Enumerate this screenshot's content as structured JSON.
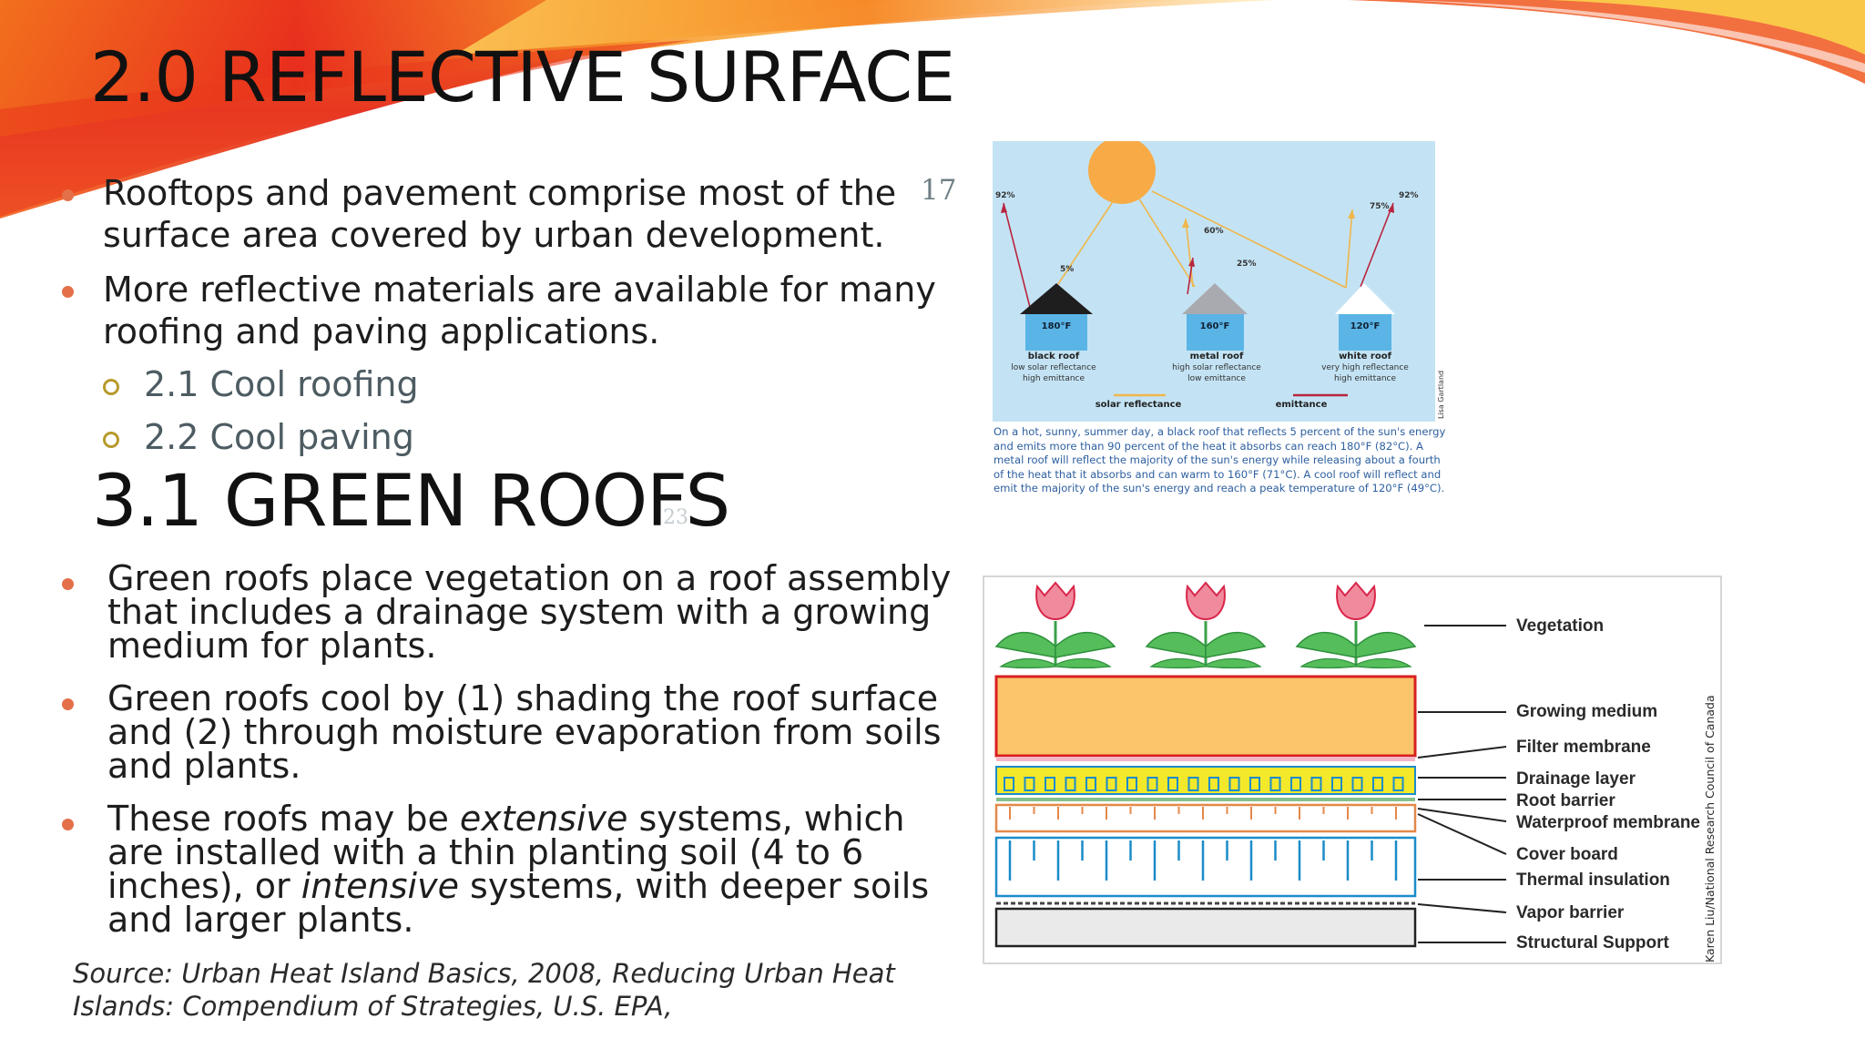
{
  "slide1": {
    "title": "2.0 REFLECTIVE SURFACE",
    "page_number": "17",
    "bullets": [
      "Rooftops and pavement comprise most of the surface  area covered by urban development.",
      "More reflective materials are available for many  roofing and paving applications."
    ],
    "sub_bullets": [
      "2.1 Cool roofing",
      "2.2 Cool paving"
    ]
  },
  "slide2": {
    "title": "3.1 GREEN ROOFS",
    "page_number": "23",
    "bullets": [
      {
        "pre": "Green roofs place vegetation on  a roof assembly that includes a  drainage system with a growing medium for plants.",
        "em1": "",
        "mid": "",
        "em2": "",
        "post": ""
      },
      {
        "pre": "Green roofs cool by (1) shading  the roof surface and (2) through  moisture evaporation from soils and plants.",
        "em1": "",
        "mid": "",
        "em2": "",
        "post": ""
      },
      {
        "pre": "These roofs may be ",
        "em1": "extensive",
        "mid": "  systems, which are installed  with a thin planting soil (4 to 6  inches), or ",
        "em2": "intensive",
        "post": " systems,  with deeper soils and larger plants."
      }
    ],
    "source": "Source: Urban Heat Island Basics, 2008, Reducing Urban Heat Islands: Compendium of Strategies, U.S. EPA,"
  },
  "roof_figure": {
    "roofs": [
      {
        "temp": "180°F",
        "name": "black roof",
        "line1": "low solar reflectance",
        "line2": "high emittance",
        "roof_color": "#1e1e1e"
      },
      {
        "temp": "160°F",
        "name": "metal roof",
        "line1": "high solar reflectance",
        "line2": "low emittance",
        "roof_color": "#a9aab0"
      },
      {
        "temp": "120°F",
        "name": "white roof",
        "line1": "very high reflectance",
        "line2": "high emittance",
        "roof_color": "#ffffff"
      }
    ],
    "percents": {
      "p92_left": "92%",
      "p5": "5%",
      "p60": "60%",
      "p25": "25%",
      "p75": "75%",
      "p92_right": "92%"
    },
    "legend": {
      "solar": "solar reflectance",
      "emittance": "emittance"
    },
    "credit": "Lisa Gartland",
    "caption": "On a hot, sunny, summer day, a black roof that reflects 5 percent of the sun's energy and emits more than 90 percent of the heat it absorbs can reach 180°F (82°C). A metal roof will reflect the majority of the sun's energy while releasing about a fourth of the heat that it absorbs and can warm to 160°F (71°C). A cool roof will reflect and emit the majority of the sun's energy and reach a peak temperature of 120°F (49°C).",
    "colors": {
      "sky": "#c3e3f4",
      "sun": "#f7aa45",
      "solar_arrow": "#f0b64a",
      "emit_arrow": "#b8243e",
      "house": "#5ab4e6"
    }
  },
  "green_roof_figure": {
    "labels": [
      "Vegetation",
      "Growing medium",
      "Filter membrane",
      "Drainage layer",
      "Root barrier",
      "Waterproof membrane",
      "Cover board",
      "Thermal insulation",
      "Vapor barrier",
      "Structural Support"
    ],
    "credit": "Karen Liu/National Research Council of Canada",
    "colors": {
      "growing_medium": "#fcc46b",
      "drainage": "#f3e82a",
      "insulation_line": "#1b8cc9",
      "tulip": "#f08b9e",
      "leaf": "#55be5a"
    }
  }
}
